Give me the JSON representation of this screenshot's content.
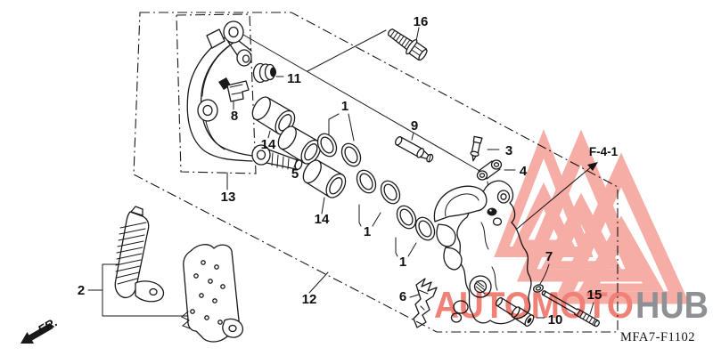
{
  "diagram": {
    "code": "MFA7-F1102",
    "direction_label": "FR.",
    "reference_label": "F-4-1",
    "ink_color": "#1a1a1a",
    "background_color": "#ffffff",
    "callouts": [
      {
        "text": "16"
      },
      {
        "text": "11"
      },
      {
        "text": "8"
      },
      {
        "text": "1"
      },
      {
        "text": "9"
      },
      {
        "text": "3"
      },
      {
        "text": "4"
      },
      {
        "text": "14"
      },
      {
        "text": "5"
      },
      {
        "text": "14"
      },
      {
        "text": "1"
      },
      {
        "text": "1"
      },
      {
        "text": "13"
      },
      {
        "text": "2"
      },
      {
        "text": "12"
      },
      {
        "text": "6"
      },
      {
        "text": "7"
      },
      {
        "text": "10"
      },
      {
        "text": "15"
      }
    ]
  },
  "watermark": {
    "brand_left": "AUTOMOTO",
    "brand_right": "HUB",
    "brand_left_color": "#ef8177",
    "brand_right_color": "#8e9093",
    "logo_color": "#f5ada6"
  }
}
